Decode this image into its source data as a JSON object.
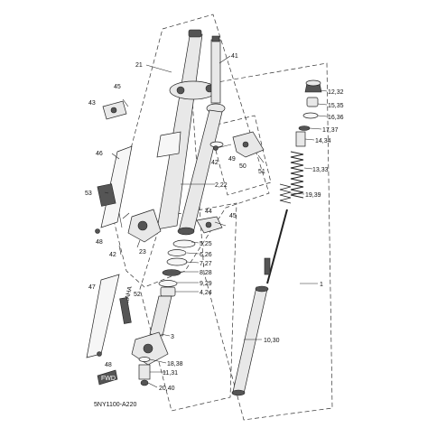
{
  "diagram_code": "5NY1100-A220",
  "labels": {
    "p21": "21",
    "p41": "41",
    "p12_32": "12,32",
    "p15_35": "15,35",
    "p16_36": "16,36",
    "p17_37": "17,37",
    "p14_34": "14,34",
    "p45a": "45",
    "p43": "43",
    "p49": "49",
    "p42a": "42",
    "p50": "50",
    "p51": "51",
    "p13_33": "13,33",
    "p46": "46",
    "p2_22": "2,22",
    "p19_39": "19,39",
    "p53": "53",
    "p44": "44",
    "p45b": "45",
    "p48a": "48",
    "p42b": "42",
    "p23": "23",
    "p5_25": "5,25",
    "p6_26": "6,26",
    "p7_27": "7,27",
    "p8_28": "8,28",
    "p1": "1",
    "p47": "47",
    "p9_29": "9,29",
    "p4_24": "4,24",
    "p52": "52",
    "p3": "3",
    "p10_30": "10,30",
    "p18_38": "18,38",
    "p48b": "48",
    "p11_31": "11,31",
    "p20_40": "20,40"
  },
  "badges": {
    "fwd": "FWD"
  },
  "logos": {
    "fork_guard_brand": "YAMAHA"
  }
}
